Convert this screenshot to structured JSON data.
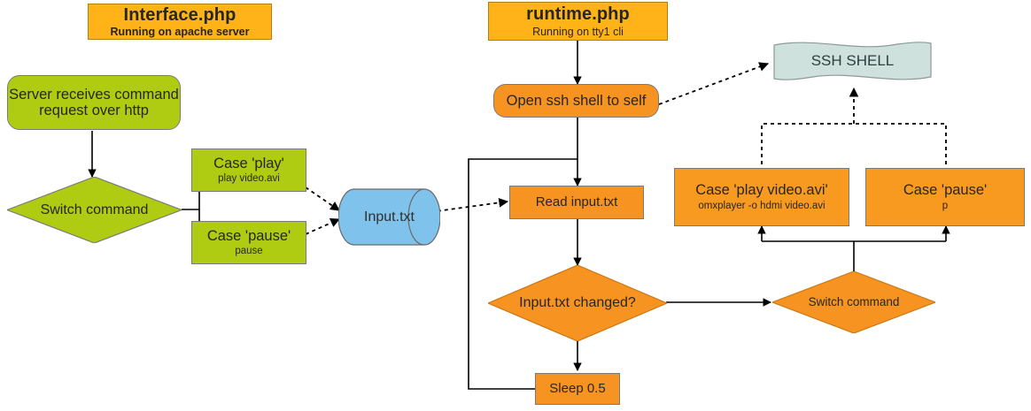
{
  "diagram": {
    "title_interface": {
      "name": "Interface.php",
      "subtitle": "Running on apache server"
    },
    "title_runtime": {
      "name": "runtime.php",
      "subtitle": "Running on tty1 cli"
    },
    "colors": {
      "banner": "#FFB319",
      "green": "#AFCC13",
      "orange": "#F79421",
      "cylinder_blue": "#7FC2EB",
      "doc_teal": "#CFE1DD",
      "stroke": "#7a7a7a",
      "line": "#000000"
    },
    "nodes": [
      {
        "id": "server-receives",
        "label": "Server receives command request over http",
        "shape": "rounded-rect",
        "color": "green"
      },
      {
        "id": "switch-command-left",
        "label": "Switch command",
        "shape": "diamond",
        "color": "green"
      },
      {
        "id": "case-play",
        "label": "Case 'play'",
        "sublabel": "play video.avi",
        "shape": "rect",
        "color": "green"
      },
      {
        "id": "case-pause-left",
        "label": "Case 'pause'",
        "sublabel": "pause",
        "shape": "rect",
        "color": "green"
      },
      {
        "id": "input-txt",
        "label": "Input.txt",
        "shape": "cylinder",
        "color": "cylinder_blue"
      },
      {
        "id": "open-ssh-shell",
        "label": "Open ssh shell to self",
        "shape": "rounded-rect",
        "color": "orange"
      },
      {
        "id": "ssh-shell",
        "label": "SSH SHELL",
        "shape": "document",
        "color": "doc_teal"
      },
      {
        "id": "read-input",
        "label": "Read input.txt",
        "shape": "rect",
        "color": "orange"
      },
      {
        "id": "input-changed",
        "label": "Input.txt changed?",
        "shape": "diamond",
        "color": "orange"
      },
      {
        "id": "sleep",
        "label": "Sleep 0.5",
        "shape": "rect",
        "color": "orange"
      },
      {
        "id": "switch-command-right",
        "label": "Switch command",
        "shape": "diamond",
        "color": "orange"
      },
      {
        "id": "case-play-video",
        "label": "Case 'play video.avi'",
        "sublabel": "omxplayer -o hdmi video.avi",
        "shape": "rect",
        "color": "orange"
      },
      {
        "id": "case-pause-right",
        "label": "Case 'pause'",
        "sublabel": "p",
        "shape": "rect",
        "color": "orange"
      }
    ],
    "edges": [
      {
        "from": "server-receives",
        "to": "switch-command-left",
        "style": "solid"
      },
      {
        "from": "switch-command-left",
        "to": "case-play",
        "style": "solid"
      },
      {
        "from": "switch-command-left",
        "to": "case-pause-left",
        "style": "solid"
      },
      {
        "from": "case-play",
        "to": "input-txt",
        "style": "dashed"
      },
      {
        "from": "case-pause-left",
        "to": "input-txt",
        "style": "dashed"
      },
      {
        "from": "input-txt",
        "to": "read-input",
        "style": "dashed"
      },
      {
        "from": "title_runtime",
        "to": "open-ssh-shell",
        "style": "solid"
      },
      {
        "from": "open-ssh-shell",
        "to": "ssh-shell",
        "style": "dashed"
      },
      {
        "from": "open-ssh-shell",
        "to": "read-input",
        "style": "solid"
      },
      {
        "from": "read-input",
        "to": "input-changed",
        "style": "solid"
      },
      {
        "from": "input-changed",
        "to": "sleep",
        "style": "solid"
      },
      {
        "from": "input-changed",
        "to": "switch-command-right",
        "style": "solid"
      },
      {
        "from": "sleep",
        "to": "read-input",
        "style": "solid"
      },
      {
        "from": "switch-command-right",
        "to": "case-play-video",
        "style": "solid"
      },
      {
        "from": "switch-command-right",
        "to": "case-pause-right",
        "style": "solid"
      },
      {
        "from": "case-play-video",
        "to": "ssh-shell",
        "style": "dashed"
      },
      {
        "from": "case-pause-right",
        "to": "ssh-shell",
        "style": "dashed"
      }
    ]
  }
}
